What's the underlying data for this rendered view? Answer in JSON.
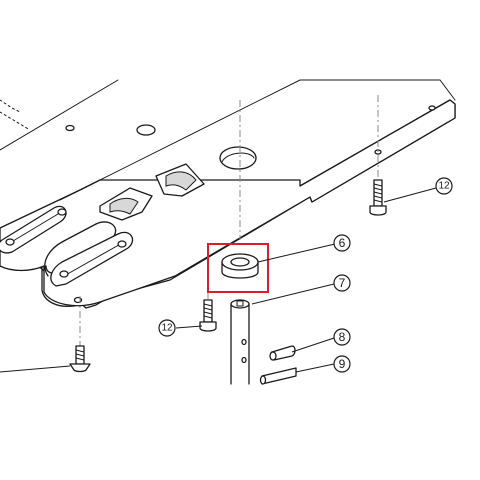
{
  "callouts": [
    {
      "id": "6",
      "label": "6"
    },
    {
      "id": "7",
      "label": "7"
    },
    {
      "id": "8",
      "label": "8"
    },
    {
      "id": "9",
      "label": "9"
    },
    {
      "id": "12a",
      "label": "12"
    },
    {
      "id": "12b",
      "label": "12"
    }
  ],
  "colors": {
    "highlight": "#d9202a",
    "line": "#1a1a1a",
    "center_line": "#8a8a8a"
  },
  "icons": {
    "callout_marker": "circled-number"
  }
}
